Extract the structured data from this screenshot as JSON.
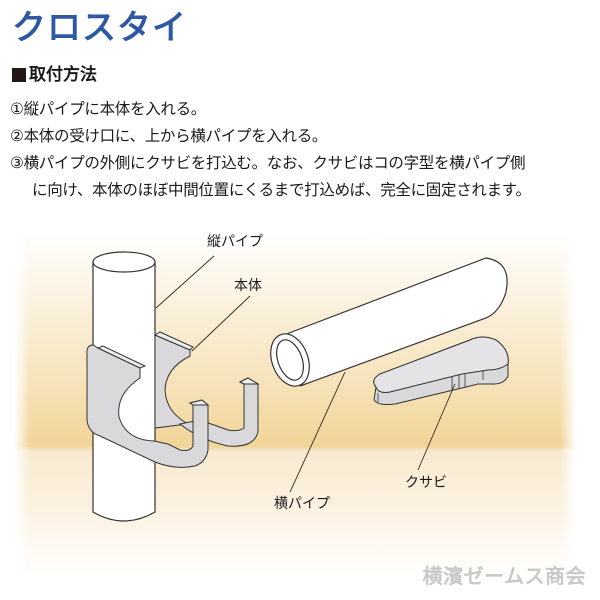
{
  "title": "クロスタイ",
  "section": {
    "heading": "取付方法",
    "steps": [
      "①縦パイプに本体を入れる。",
      "②本体の受け口に、上から横パイプを入れる。",
      "③横パイプの外側にクサビを打込む。なお、クサビはコの字型を横パイプ側",
      "に向け、本体のほぼ中間位置にくるまで打込めば、完全に固定されます。"
    ]
  },
  "diagram": {
    "labels": {
      "vertical_pipe": "縦パイプ",
      "body": "本体",
      "horizontal_pipe": "横パイプ",
      "wedge": "クサビ"
    }
  },
  "colors": {
    "title": "#2f58a3",
    "part_fill": "#d9d9db",
    "pipe_fill": "#ffffff",
    "background_tan": "#f1d498"
  },
  "watermark": "横濱ゼームス商会"
}
